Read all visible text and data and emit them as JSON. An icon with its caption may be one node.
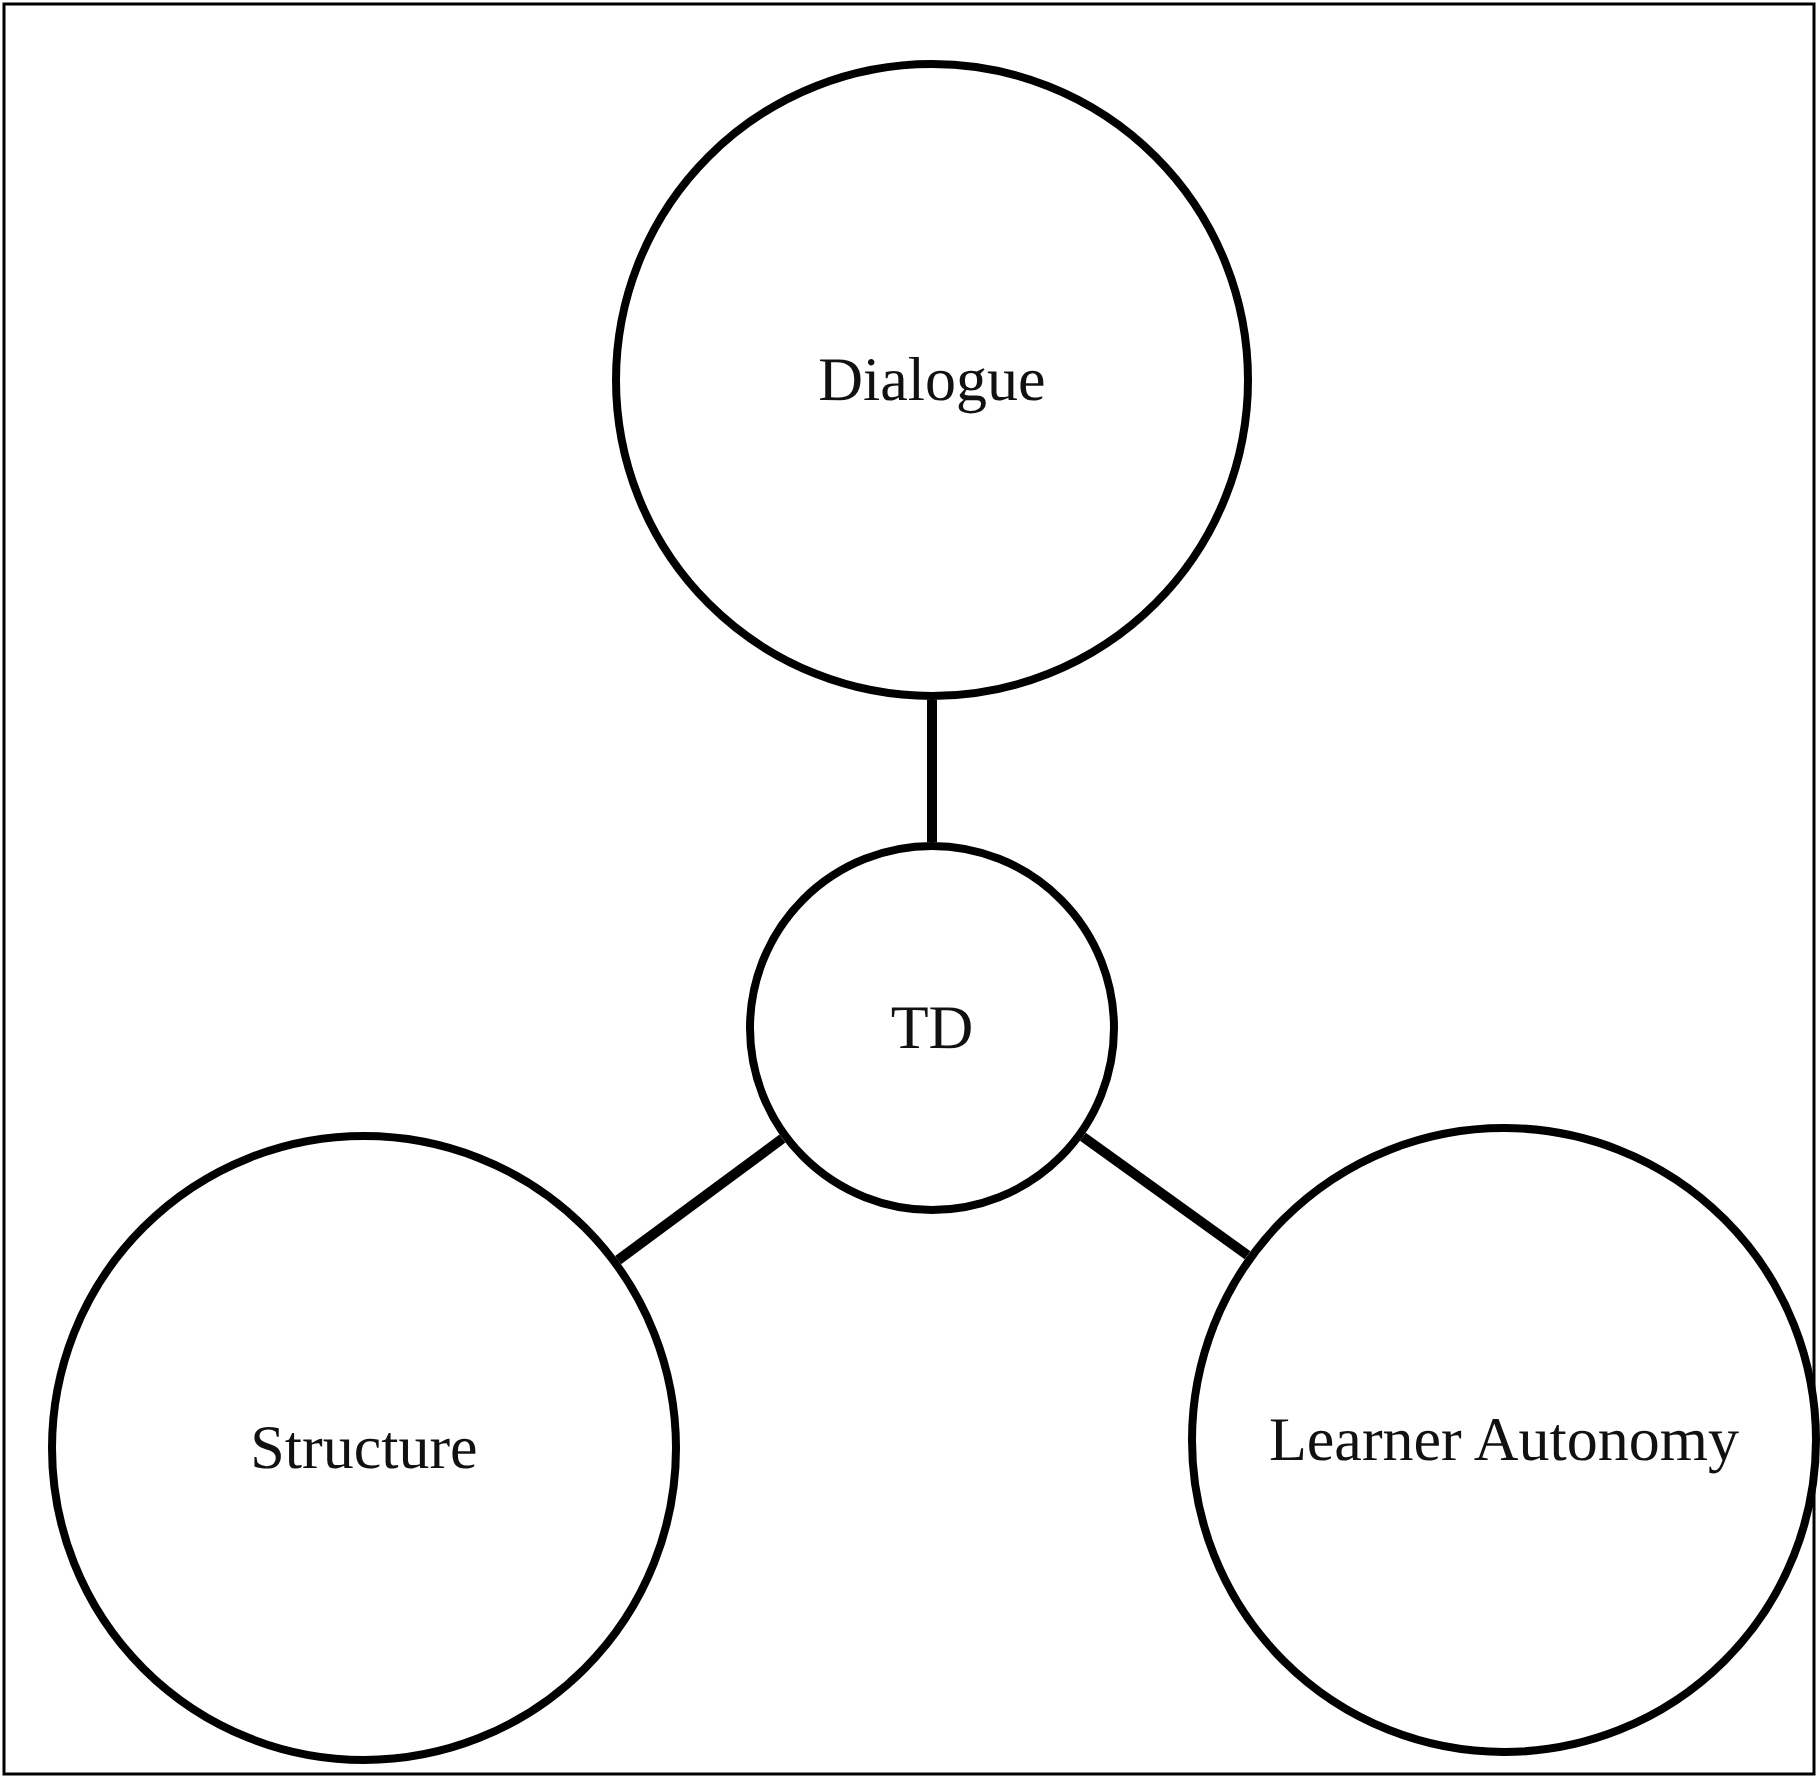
{
  "diagram": {
    "nodes": [
      {
        "text": [
          "Dialogue"
        ]
      },
      {
        "text": [
          "TD"
        ]
      },
      {
        "text": [
          "Structure"
        ]
      },
      {
        "text": [
          "Learner Autonomy"
        ]
      }
    ],
    "edges": [
      {
        "from": 0,
        "to": 1,
        "arrow": "none"
      },
      {
        "from": 1,
        "to": 2,
        "arrow": "none"
      },
      {
        "from": 1,
        "to": 3,
        "arrow": "none"
      }
    ]
  }
}
